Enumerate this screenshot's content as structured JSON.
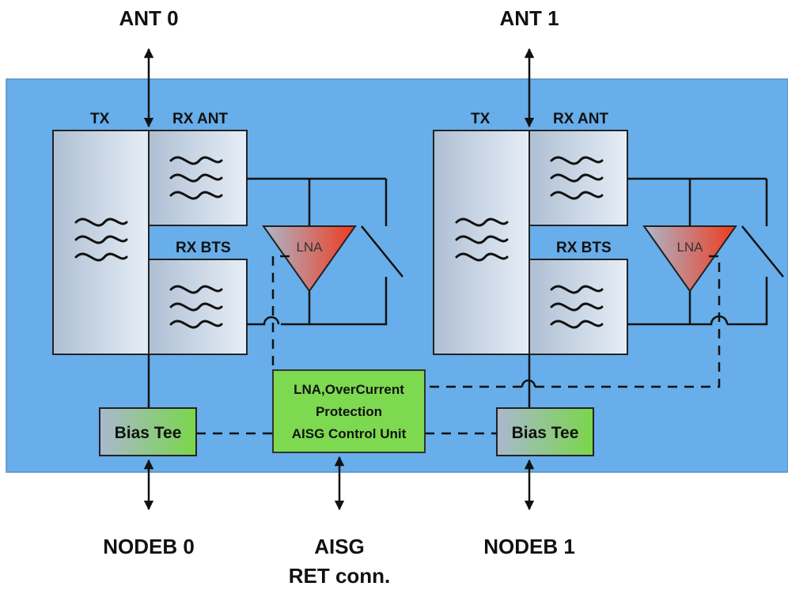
{
  "ports": {
    "ant0": "ANT 0",
    "ant1": "ANT 1",
    "nodeb0": "NODEB 0",
    "nodeb1": "NODEB 1",
    "aisg_line1": "AISG",
    "aisg_line2": "RET conn."
  },
  "path0": {
    "tx_label": "TX",
    "rx_ant_label": "RX ANT",
    "rx_bts_label": "RX BTS",
    "lna_label": "LNA",
    "bias_tee_label": "Bias Tee"
  },
  "path1": {
    "tx_label": "TX",
    "rx_ant_label": "RX ANT",
    "rx_bts_label": "RX BTS",
    "lna_label": "LNA",
    "bias_tee_label": "Bias Tee"
  },
  "control_unit": {
    "line1": "LNA,OverCurrent",
    "line2": "Protection",
    "line3": "AISG Control Unit"
  },
  "colors": {
    "band": "#67aeea",
    "bias_tee_fill": "gradient grey-blue to green",
    "control_unit_fill": "#7dd94f",
    "lna_fill": "gradient grey-blue to red"
  }
}
